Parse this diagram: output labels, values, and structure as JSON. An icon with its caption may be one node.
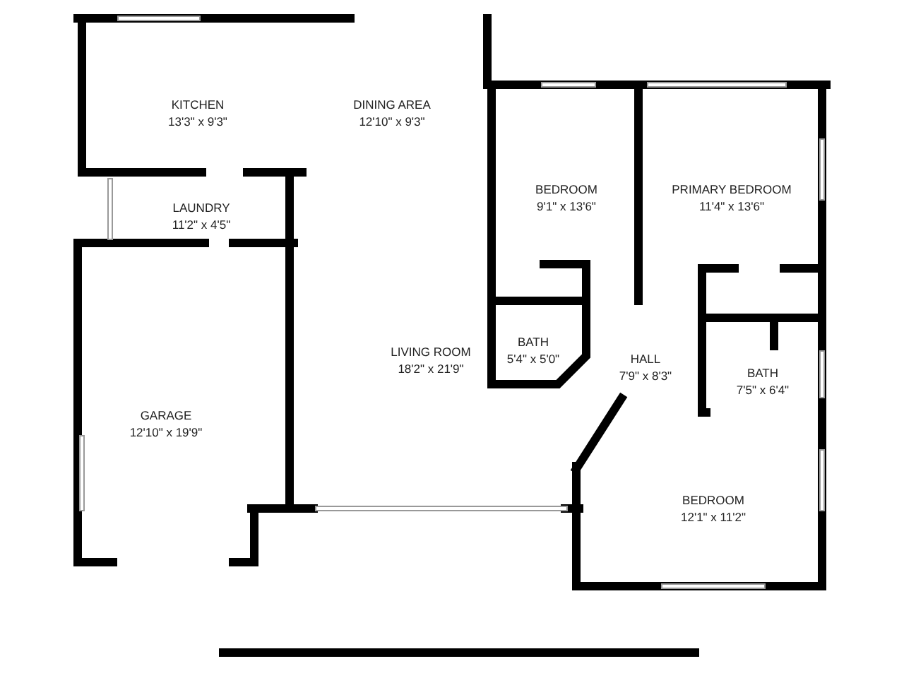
{
  "diagram": {
    "nodes": [
      {
        "text": [
          "KITCHEN",
          "13'3\" x 9'3\""
        ]
      },
      {
        "text": [
          "DINING AREA",
          "12'10\" x 9'3\""
        ]
      },
      {
        "text": [
          "LAUNDRY",
          "11'2\" x 4'5\""
        ]
      },
      {
        "text": [
          "BEDROOM",
          "9'1\" x 13'6\""
        ]
      },
      {
        "text": [
          "PRIMARY BEDROOM",
          "11'4\" x 13'6\""
        ]
      },
      {
        "text": [
          "BATH",
          "5'4\" x 5'0\""
        ]
      },
      {
        "text": [
          "HALL",
          "7'9\" x 8'3\""
        ]
      },
      {
        "text": [
          "BATH",
          "7'5\" x 6'4\""
        ]
      },
      {
        "text": [
          "LIVING ROOM",
          "18'2\" x 21'9\""
        ]
      },
      {
        "text": [
          "GARAGE",
          "12'10\" x 19'9\""
        ]
      },
      {
        "text": [
          "BEDROOM",
          "12'1\" x 11'2\""
        ]
      }
    ],
    "edges": []
  }
}
